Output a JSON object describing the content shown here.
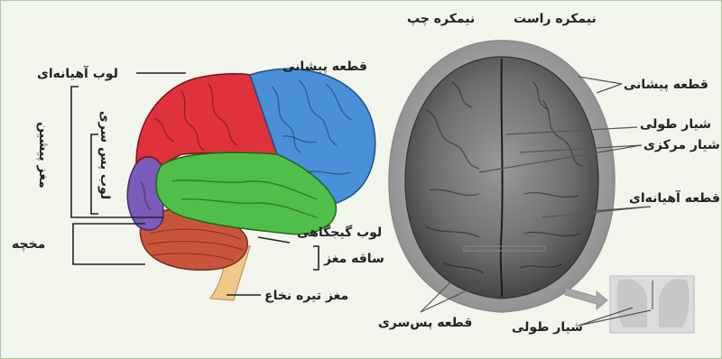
{
  "left_diagram": {
    "frontal_lobe": "قطعه پیشانی",
    "parietal_lobe": "لوب آهیانه‌ای",
    "forebrain": "مغز پیشین",
    "occipital_lobe": "لوب پس سری",
    "cerebellum": "مخچه",
    "temporal_lobe": "لوب گیجگاهی",
    "brainstem": "ساقه مغز",
    "spinal_cord": "مغز تیره نخاع"
  },
  "right_diagram": {
    "left_hemisphere": "نیمکره چپ",
    "right_hemisphere": "نیمکره راست",
    "frontal_lobe": "قطعه پیشانی",
    "longitudinal_fissure": "شیار طولی",
    "central_fissure": "شیار مرکزی",
    "parietal_lobe": "قطعه آهیانه‌ای",
    "occipital_lobe": "قطعه پس‌سری",
    "longitudinal_fissure_bottom": "شیار طولی"
  },
  "colors": {
    "frontal": "#4a90d9",
    "parietal": "#e0323c",
    "occipital": "#7b5cb8",
    "temporal": "#4fbf4a",
    "cerebellum": "#c8553c",
    "brainstem": "#f0c98a",
    "background": "#f1f5ec",
    "border": "#a9c79a"
  }
}
